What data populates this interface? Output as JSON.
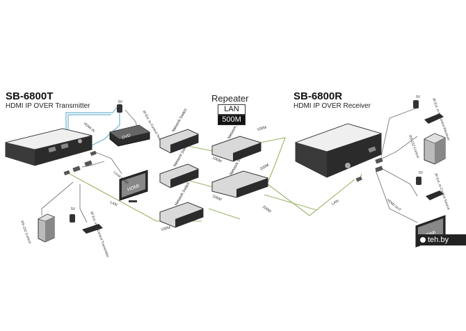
{
  "transmitter": {
    "model": "SB-6800T",
    "description": "HDMI IP OVER Transmitter"
  },
  "receiver": {
    "model": "SB-6800R",
    "description": "HDMI IP OVER Receiver"
  },
  "repeater": {
    "title": "Repeater",
    "lan": "LAN",
    "distance": "500M"
  },
  "switch_label": "Network Switch",
  "links": {
    "d100a": "100M",
    "d100b": "100M",
    "d100c": "100M",
    "d100d": "100M",
    "d200a": "200M",
    "d200b": "200M",
    "lan_left": "LAN",
    "lan_right": "LAN"
  },
  "tx_side": {
    "hdmi_in": "HDMI IN",
    "dvd": "DVD",
    "ir_ext": "IR Ext. to Control Source",
    "ir_ext_in": "IR Ext. in to Control Transmitter",
    "local_hdmi": "Local HDMI",
    "hdmi_display": "HDMI",
    "rs232": "RS-232 Control",
    "power": "5V"
  },
  "rx_side": {
    "ir_ext_in": "IR Ext. in to Control Receiver",
    "rs232": "RS-232 Control",
    "ir_ext_source": "IR Ext. to Control Source",
    "hdmi_out": "HDMI OUT",
    "hdmi_display": "HDMI",
    "power": "5V"
  },
  "watermark": "teh.by",
  "colors": {
    "lan_green": "#9bb36a",
    "hdmi_blue": "#6fb3d2",
    "device_dark": "#2b2b2b",
    "device_light": "#d9d9d9"
  }
}
